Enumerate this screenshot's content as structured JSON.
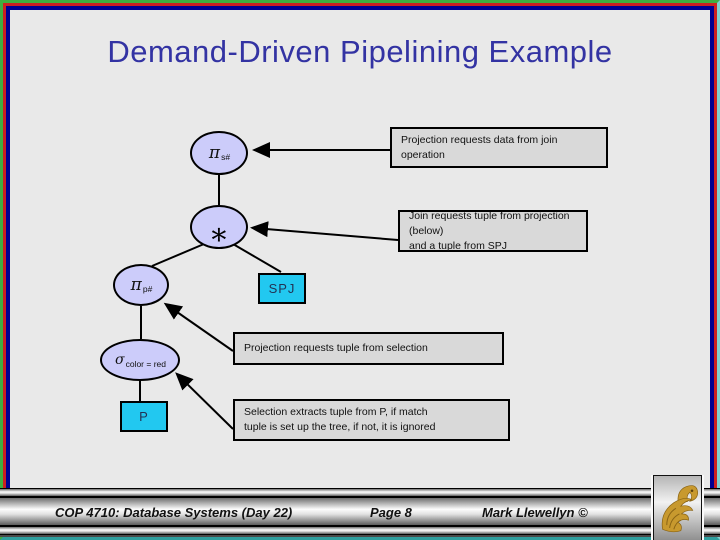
{
  "slide": {
    "title": "Demand-Driven Pipelining Example",
    "colors": {
      "title_text": "#3333a3",
      "operator_node_fill": "#ccccfa",
      "relation_node_fill": "#22c8f0",
      "note_box_fill": "#d9d9d9",
      "background": "#e9e9e9",
      "frame_navy": "#000090",
      "frame_red": "#cc2020",
      "frame_green": "#3fae3f",
      "logo_gold": "#c8992e"
    }
  },
  "tree": {
    "nodes": [
      {
        "id": "projection-s",
        "op": "π",
        "sub": "s#"
      },
      {
        "id": "join",
        "op": "∗",
        "sub": ""
      },
      {
        "id": "projection-p",
        "op": "π",
        "sub": "p#"
      },
      {
        "id": "selection-color",
        "op": "σ",
        "sub": "color = red"
      },
      {
        "id": "relation-spj",
        "label": "SPJ"
      },
      {
        "id": "relation-p",
        "label": "P"
      }
    ]
  },
  "annotations": [
    {
      "text": "Projection requests data from join operation"
    },
    {
      "text": "Join requests tuple from projection (below)\nand a tuple from SPJ"
    },
    {
      "text": "Projection requests tuple from selection"
    },
    {
      "text": "Selection extracts tuple from P, if match\ntuple is set up the tree, if not, it is ignored"
    }
  ],
  "footer": {
    "course": "COP 4710: Database Systems  (Day 22)",
    "page": "Page 8",
    "author": "Mark Llewellyn ©"
  },
  "logo": {
    "name": "ucf-pegasus"
  }
}
